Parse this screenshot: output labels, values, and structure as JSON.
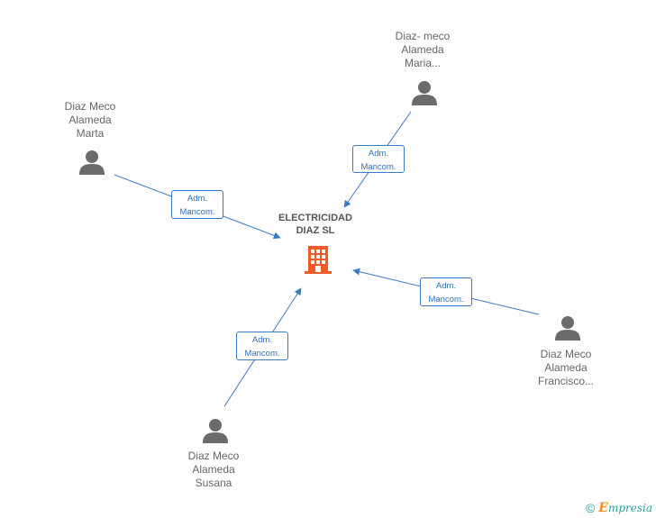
{
  "company": {
    "name_line1": "ELECTRICIDAD",
    "name_line2": "DIAZ SL",
    "icon": "building-icon",
    "color": "#f05a28"
  },
  "people": [
    {
      "lines": [
        "Diaz- meco",
        "Alameda",
        "Maria..."
      ],
      "icon": "person-icon"
    },
    {
      "lines": [
        "Diaz Meco",
        "Alameda",
        "Marta"
      ],
      "icon": "person-icon"
    },
    {
      "lines": [
        "Diaz Meco",
        "Alameda",
        "Francisco..."
      ],
      "icon": "person-icon"
    },
    {
      "lines": [
        "Diaz Meco",
        "Alameda",
        "Susana"
      ],
      "icon": "person-icon"
    }
  ],
  "relations": [
    {
      "line1": "Adm.",
      "line2": "Mancom."
    },
    {
      "line1": "Adm.",
      "line2": "Mancom."
    },
    {
      "line1": "Adm.",
      "line2": "Mancom."
    },
    {
      "line1": "Adm.",
      "line2": "Mancom."
    }
  ],
  "footer": {
    "copyright": "©",
    "brand_initial": "E",
    "brand_rest": "mpresia"
  },
  "colors": {
    "edge": "#3a7bc8",
    "person": "#6b6b6b",
    "text": "#666666"
  }
}
